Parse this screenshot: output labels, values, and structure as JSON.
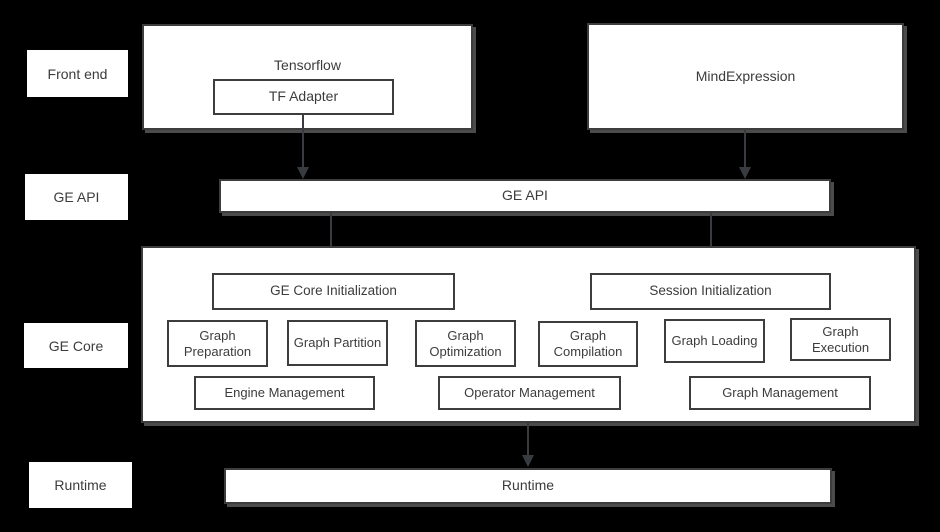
{
  "row_labels": [
    "Front end",
    "GE API",
    "GE Core",
    "Runtime"
  ],
  "frontend": {
    "tensorflow_label": "Tensorflow",
    "tf_adapter_label": "TF Adapter",
    "mindexpression_label": "MindExpression"
  },
  "ge_api_label": "GE API",
  "ge_core": {
    "core_init_label": "GE Core Initialization",
    "session_init_label": "Session Initialization",
    "modules": [
      "Graph Preparation",
      "Graph Partition",
      "Graph Optimization",
      "Graph Compilation",
      "Graph Loading",
      "Graph Execution"
    ],
    "management": [
      "Engine Management",
      "Operator Management",
      "Graph Management"
    ]
  },
  "runtime_label": "Runtime",
  "colors": {
    "background": "#000000",
    "box_fill": "#ffffff",
    "border": "#3d3d3d",
    "text": "#3c3c3c",
    "arrow": "#383b40"
  }
}
